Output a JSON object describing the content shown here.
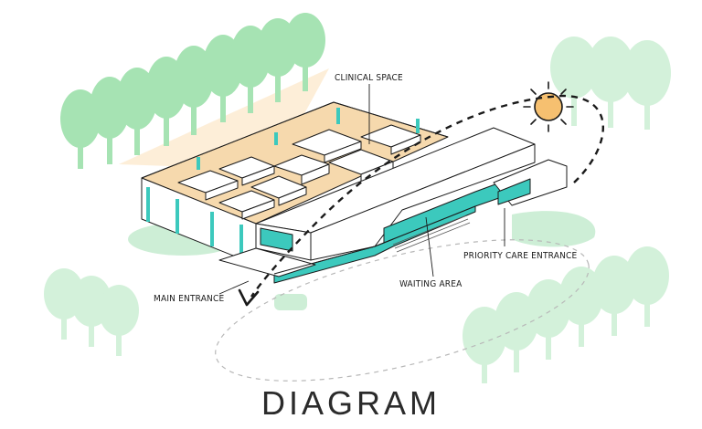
{
  "labels": {
    "clinical_space": "CLINICAL SPACE",
    "priority_care_entrance": "PRIORITY CARE ENTRANCE",
    "waiting_area": "WAITING AREA",
    "main_entrance": "MAIN ENTRANCE"
  },
  "title": "DIAGRAM",
  "icons": [
    "sun-icon",
    "tree-icon",
    "arrow-icon"
  ],
  "colors": {
    "tree_green": "#a6e3b3",
    "tree_light": "#d3f1da",
    "teal": "#3cc9bd",
    "sun_fill": "#f6c070",
    "wood": "#f6d9ad",
    "line": "#1a1a1a"
  }
}
